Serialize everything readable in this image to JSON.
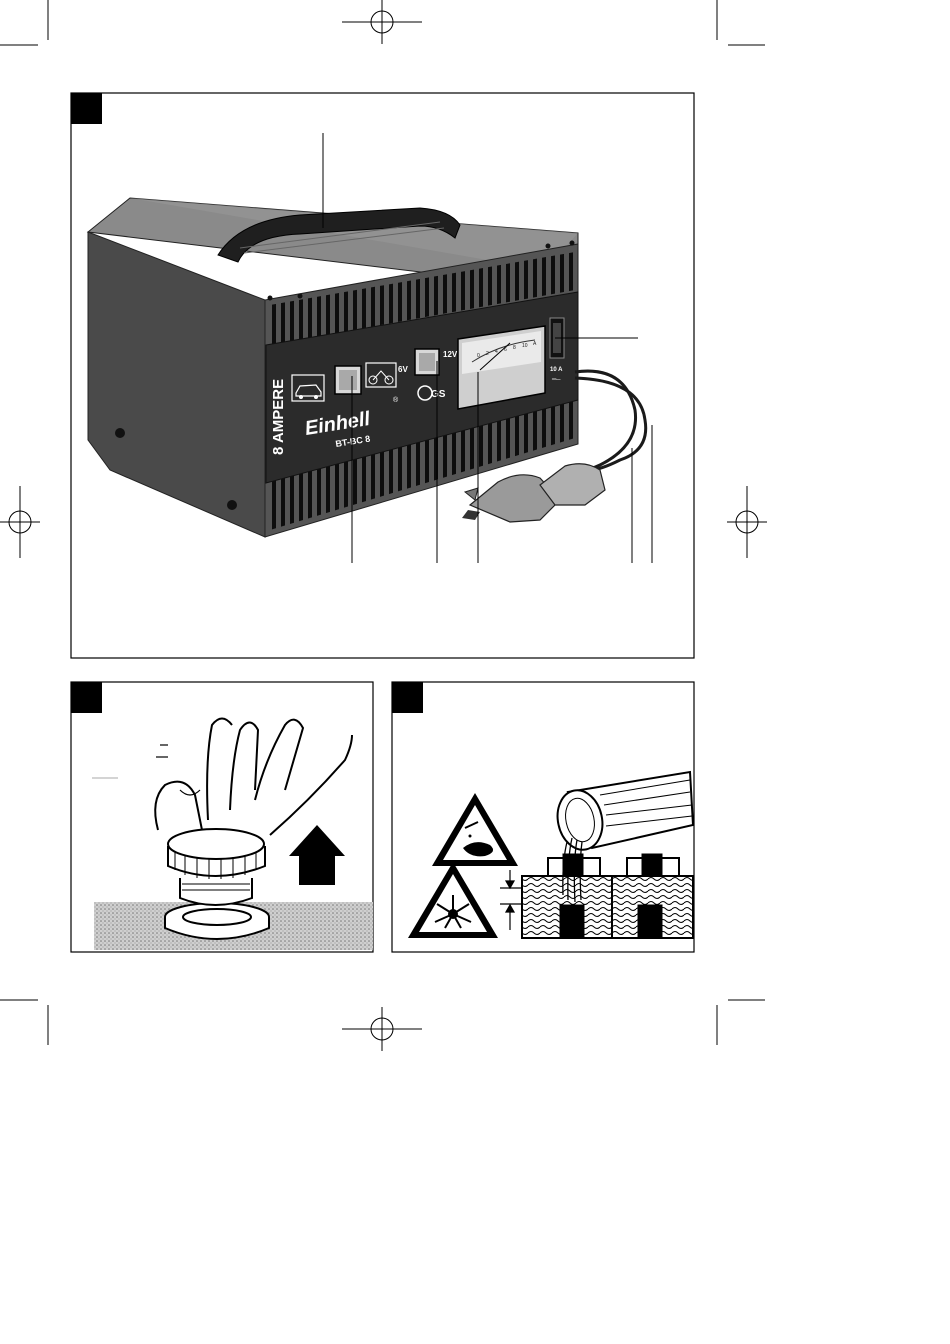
{
  "figure1": {
    "device": {
      "rating_label": "8 AMPERE",
      "brand": "Einhell",
      "model": "BT-BC 8",
      "volt_low": "6V",
      "volt_high": "12V",
      "fuse_label": "10 A",
      "cert_mark": "GS",
      "meter_scale": [
        "0",
        "2",
        "4",
        "6",
        "8",
        "10",
        "A"
      ]
    }
  },
  "colors": {
    "housing": "#5b5b5b",
    "housing_top": "#8a8a8a",
    "housing_side": "#3c3c3c",
    "panel_face": "#2b2b2b",
    "paper": "#ffffff",
    "ink": "#000000",
    "ground_texture": "#bdbdbd"
  },
  "icons": [
    "registration-mark-icon",
    "crop-mark-icon",
    "car-icon",
    "motorcycle-icon",
    "up-arrow-icon",
    "corrosive-warning-icon",
    "explosive-warning-icon"
  ]
}
